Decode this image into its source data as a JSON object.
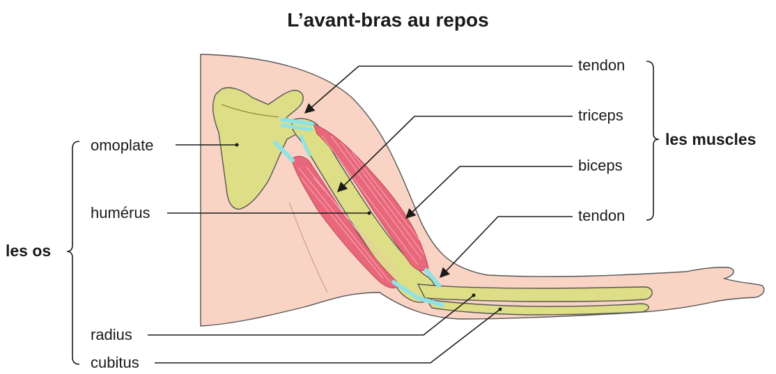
{
  "title": "L’avant-bras au repos",
  "labels": {
    "tendon_top": "tendon",
    "triceps": "triceps",
    "biceps": "biceps",
    "tendon_bottom": "tendon",
    "omoplate": "omoplate",
    "humerus": "humérus",
    "radius": "radius",
    "cubitus": "cubitus"
  },
  "groups": {
    "muscles": "les muscles",
    "os": "les os"
  },
  "colors": {
    "skin": "#f9d3c4",
    "bone": "#dede86",
    "muscle": "#e8677a",
    "tendon": "#8fe3e3",
    "line": "#1a1a1a"
  }
}
